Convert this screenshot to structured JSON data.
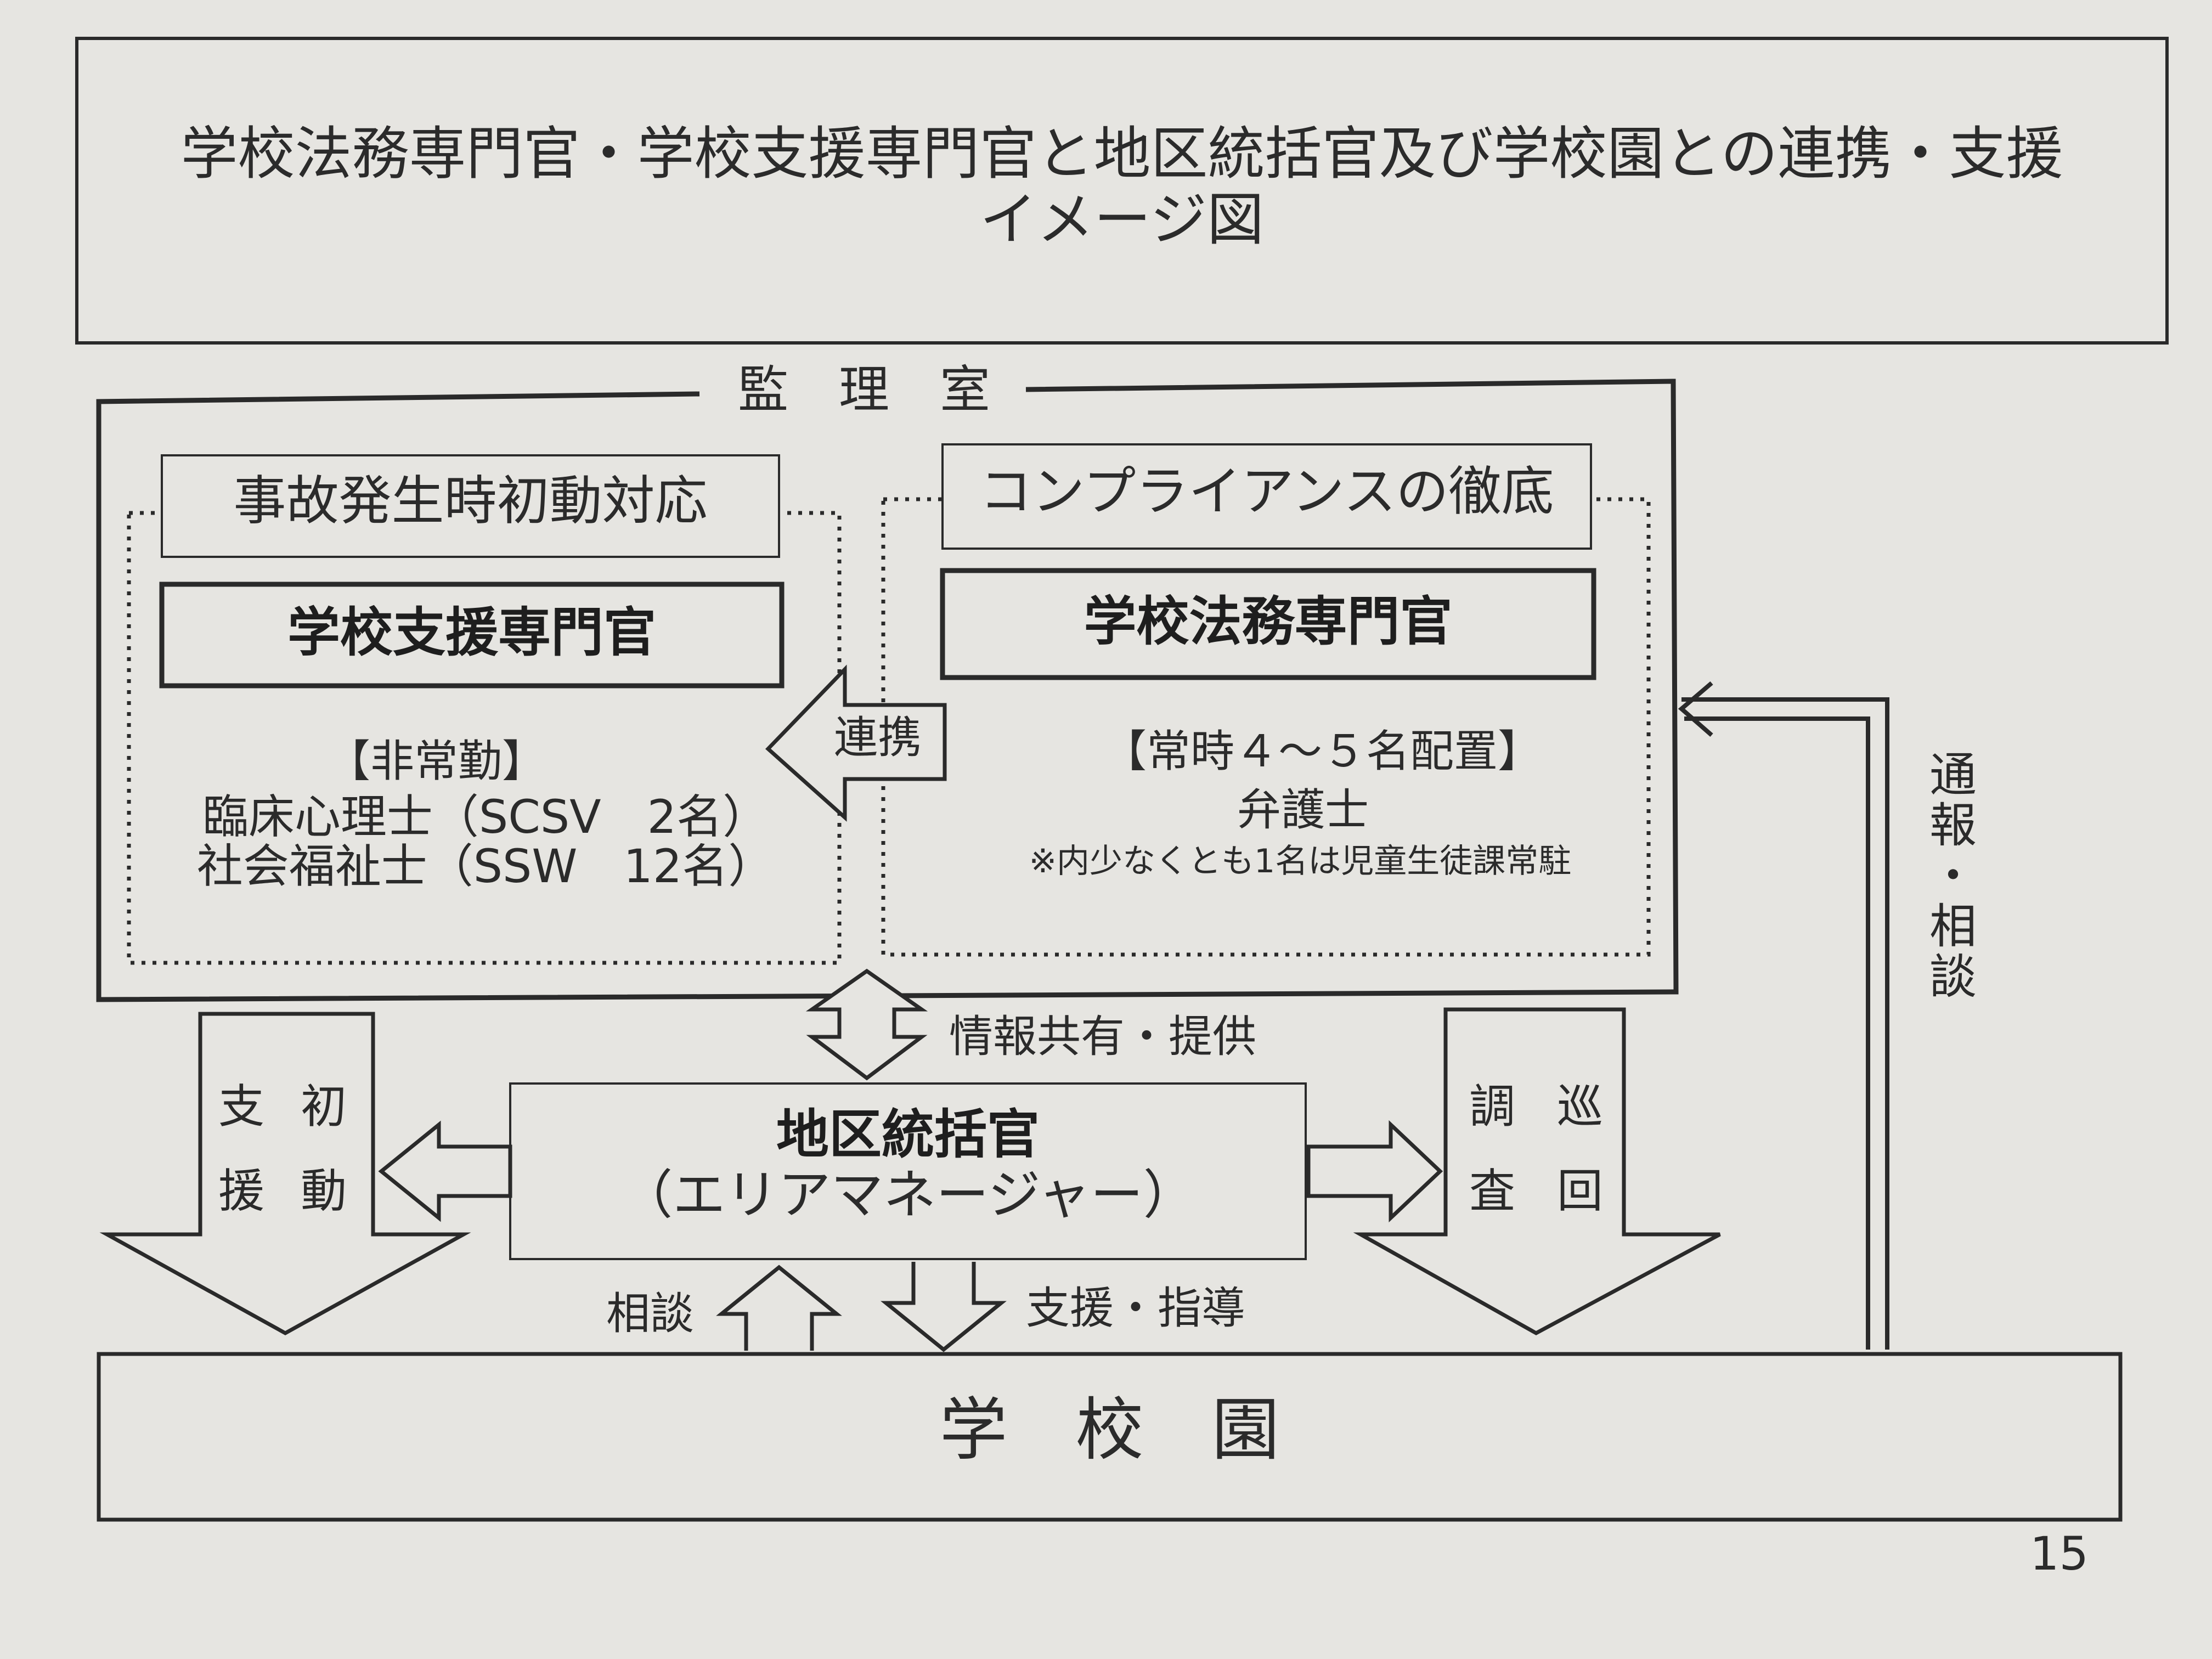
{
  "title": {
    "line1": "学校法務専門官・学校支援専門官と地区統括官及び学校園との連携・支援",
    "line2": "イメージ図"
  },
  "kanri_label": "監　理　室",
  "left": {
    "header": "事故発生時初動対応",
    "role": "学校支援専門官",
    "status": "【非常勤】",
    "line1": "臨床心理士（SCSV　2名）",
    "line2": "社会福祉士（SSW　12名）"
  },
  "right": {
    "header": "コンプライアンスの徹底",
    "role": "学校法務専門官",
    "status": "【常時４～５名配置】",
    "line1": "弁護士",
    "note": "※内少なくとも1名は児童生徒課常駐"
  },
  "arrows": {
    "renkei": "連携",
    "info": "情報共有・提供",
    "tsuho": "通報・相談",
    "left_col1": "初動",
    "left_col2": "支援",
    "right_col1": "巡回",
    "right_col2": "調査",
    "soudan": "相談",
    "shien": "支援・指導"
  },
  "area_manager": {
    "title": "地区統括官",
    "sub": "（エリアマネージャー）"
  },
  "school": "学　校　園",
  "page_number": "15"
}
